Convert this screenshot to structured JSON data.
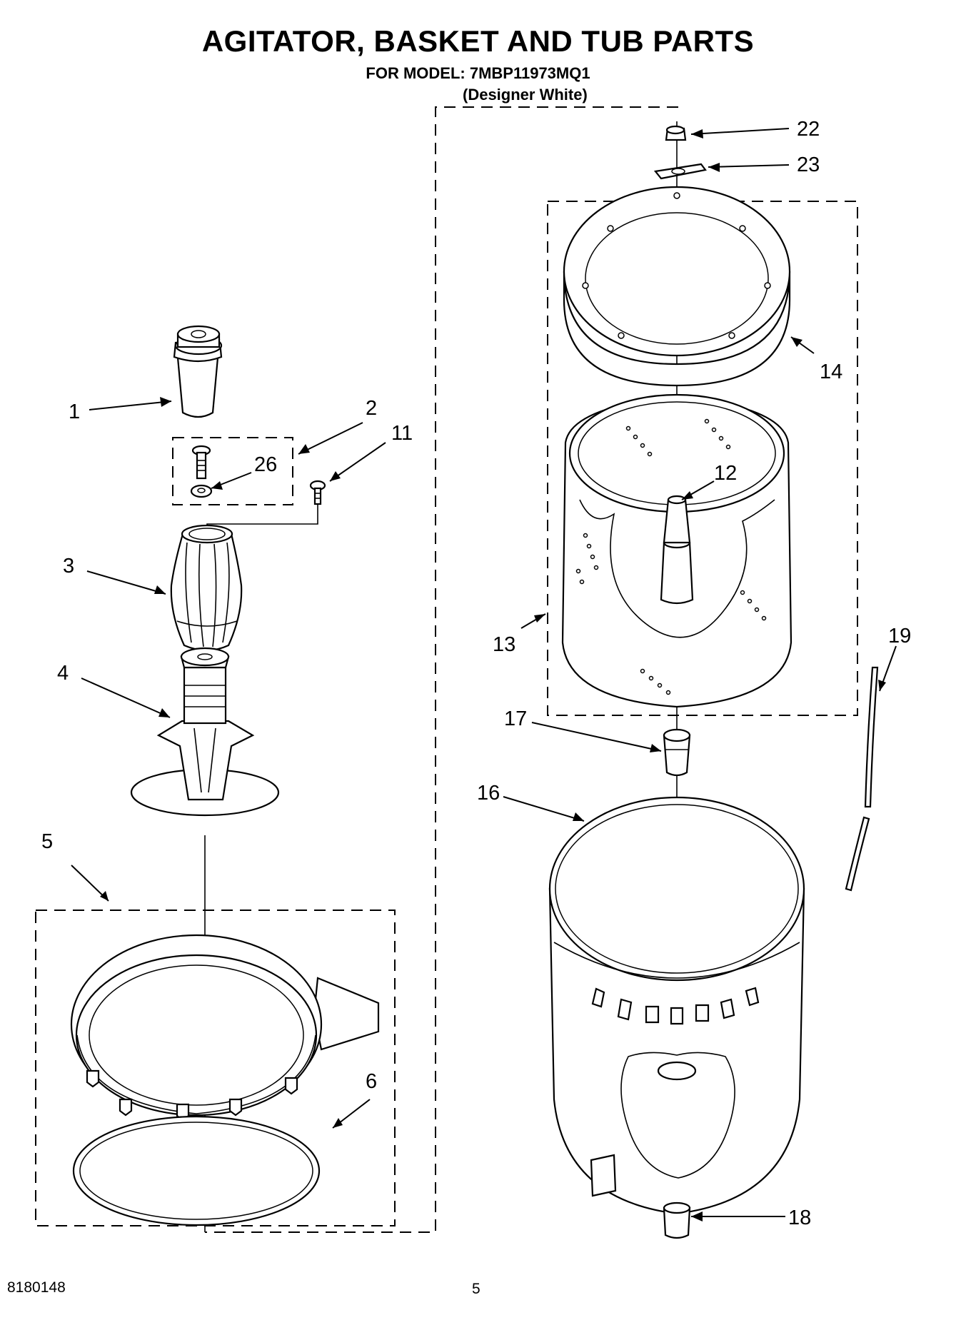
{
  "header": {
    "title": "AGITATOR, BASKET AND TUB PARTS",
    "model": "FOR MODEL: 7MBP11973MQ1",
    "variant": "(Designer White)"
  },
  "footer": {
    "doc_number": "8180148",
    "page_number": "5"
  },
  "callouts": {
    "c1": "1",
    "c2": "2",
    "c3": "3",
    "c4": "4",
    "c5": "5",
    "c6": "6",
    "c11": "11",
    "c12": "12",
    "c13": "13",
    "c14": "14",
    "c16": "16",
    "c17": "17",
    "c18": "18",
    "c19": "19",
    "c22": "22",
    "c23": "23",
    "c26": "26"
  },
  "icons": {
    "agitator_cap": "agitator-cap-icon",
    "bolt": "bolt-icon",
    "washer": "washer-icon",
    "screw": "screw-icon",
    "agitator_upper": "agitator-upper-icon",
    "agitator_lower": "agitator-base-icon",
    "ring": "tub-ring-icon",
    "seal": "tub-seal-icon",
    "balance_ring": "balance-ring-icon",
    "basket": "wash-basket-icon",
    "nut": "drive-nut-icon",
    "tub": "outer-tub-icon",
    "hose": "hose-icon"
  },
  "colors": {
    "line": "#000000",
    "background": "#ffffff"
  }
}
